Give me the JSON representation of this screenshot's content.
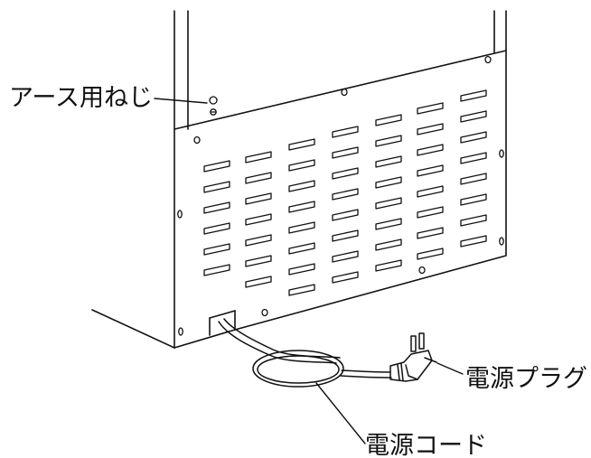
{
  "labels": {
    "earth_screw": "アース用ねじ",
    "power_plug": "電源プラグ",
    "power_cord": "電源コード"
  },
  "colors": {
    "line": "#111111",
    "background": "#ffffff"
  }
}
